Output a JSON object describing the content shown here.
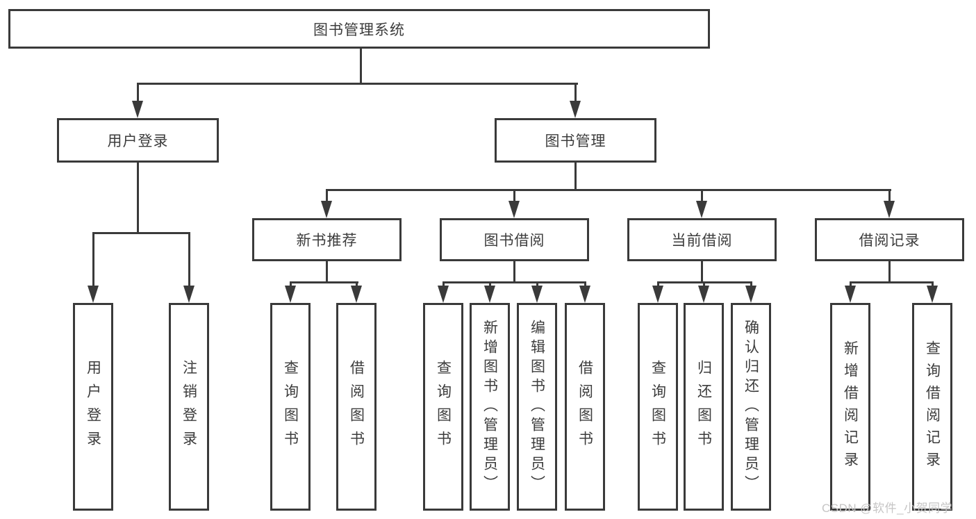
{
  "diagram": {
    "title": "图书管理系统",
    "branches": [
      {
        "label": "用户登录",
        "children": [
          "用户登录",
          "注销登录"
        ]
      },
      {
        "label": "图书管理",
        "groups": [
          {
            "label": "新书推荐",
            "children": [
              "查询图书",
              "借阅图书"
            ]
          },
          {
            "label": "图书借阅",
            "children": [
              "查询图书",
              "新增图书（管理员）",
              "编辑图书（管理员）",
              "借阅图书"
            ]
          },
          {
            "label": "当前借阅",
            "children": [
              "查询图书",
              "归还图书",
              "确认归还（管理员）"
            ]
          },
          {
            "label": "借阅记录",
            "children": [
              "新增借阅记录",
              "查询借阅记录"
            ]
          }
        ]
      }
    ]
  },
  "watermark": {
    "text": "CSDN @软件_小贺同学"
  },
  "colors": {
    "line": "#3a3a3a",
    "text": "#3c3c3c",
    "watermark": "#c6c5c5",
    "background": "#ffffff"
  }
}
